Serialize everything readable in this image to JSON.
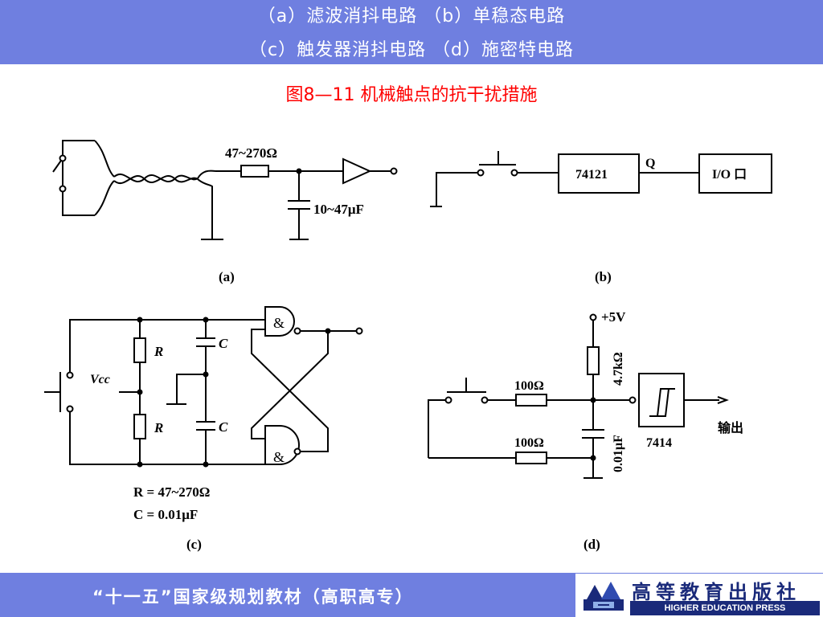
{
  "header": {
    "line1": "（a）滤波消抖电路 （b）单稳态电路",
    "line2": "（c）触发器消抖电路 （d）施密特电路"
  },
  "figure_title": "图8—11  机械触点的抗干扰措施",
  "panel_a": {
    "label": "(a)",
    "resistor": "47~270Ω",
    "capacitor": "10~47μF"
  },
  "panel_b": {
    "label": "(b)",
    "chip": "74121",
    "output": "Q",
    "io": "I/O 口"
  },
  "panel_c": {
    "label": "(c)",
    "r_top": "R",
    "r_bottom": "R",
    "c_top": "C",
    "c_bottom": "C",
    "vcc": "Vcc",
    "gate_symbol": "&",
    "note_r": "R = 47~270Ω",
    "note_c": "C = 0.01μF"
  },
  "panel_d": {
    "label": "(d)",
    "supply": "+5V",
    "r_pullup": "4.7kΩ",
    "r_top": "100Ω",
    "r_bottom": "100Ω",
    "capacitor": "0.01μF",
    "chip": "7414",
    "output": "输出"
  },
  "footer": {
    "text": "“十一五”国家级规划教材（高职高专）",
    "publisher_cn": "高等教育出版社",
    "publisher_en": "HIGHER EDUCATION PRESS"
  },
  "colors": {
    "band": "#6f7fe0",
    "title": "#ff0000",
    "publisher": "#1a2a7a"
  }
}
